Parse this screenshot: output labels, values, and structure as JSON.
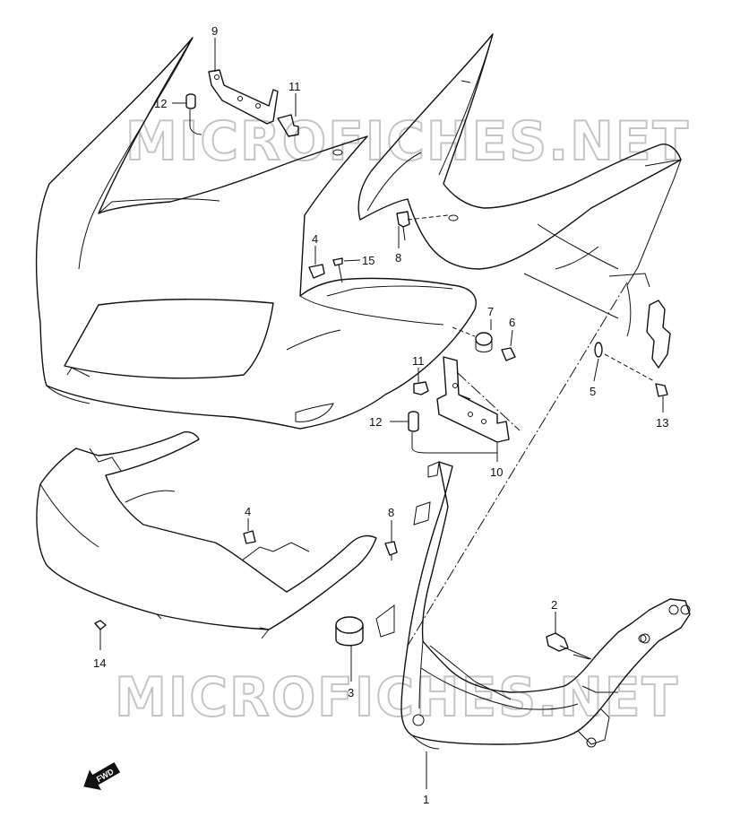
{
  "watermark": {
    "top": "MICROFICHES.NET",
    "bottom": "MICROFICHES.NET"
  },
  "callouts": [
    {
      "id": "c-9",
      "text": "9"
    },
    {
      "id": "c-11a",
      "text": "11"
    },
    {
      "id": "c-12a",
      "text": "12"
    },
    {
      "id": "c-4a",
      "text": "4"
    },
    {
      "id": "c-15",
      "text": "15"
    },
    {
      "id": "c-8a",
      "text": "8"
    },
    {
      "id": "c-7",
      "text": "7"
    },
    {
      "id": "c-6",
      "text": "6"
    },
    {
      "id": "c-11b",
      "text": "11"
    },
    {
      "id": "c-5",
      "text": "5"
    },
    {
      "id": "c-13",
      "text": "13"
    },
    {
      "id": "c-12b",
      "text": "12"
    },
    {
      "id": "c-10",
      "text": "10"
    },
    {
      "id": "c-4b",
      "text": "4"
    },
    {
      "id": "c-8b",
      "text": "8"
    },
    {
      "id": "c-2",
      "text": "2"
    },
    {
      "id": "c-14",
      "text": "14"
    },
    {
      "id": "c-3",
      "text": "3"
    },
    {
      "id": "c-1",
      "text": "1"
    }
  ],
  "fwd_badge": {
    "text": "FWD"
  }
}
